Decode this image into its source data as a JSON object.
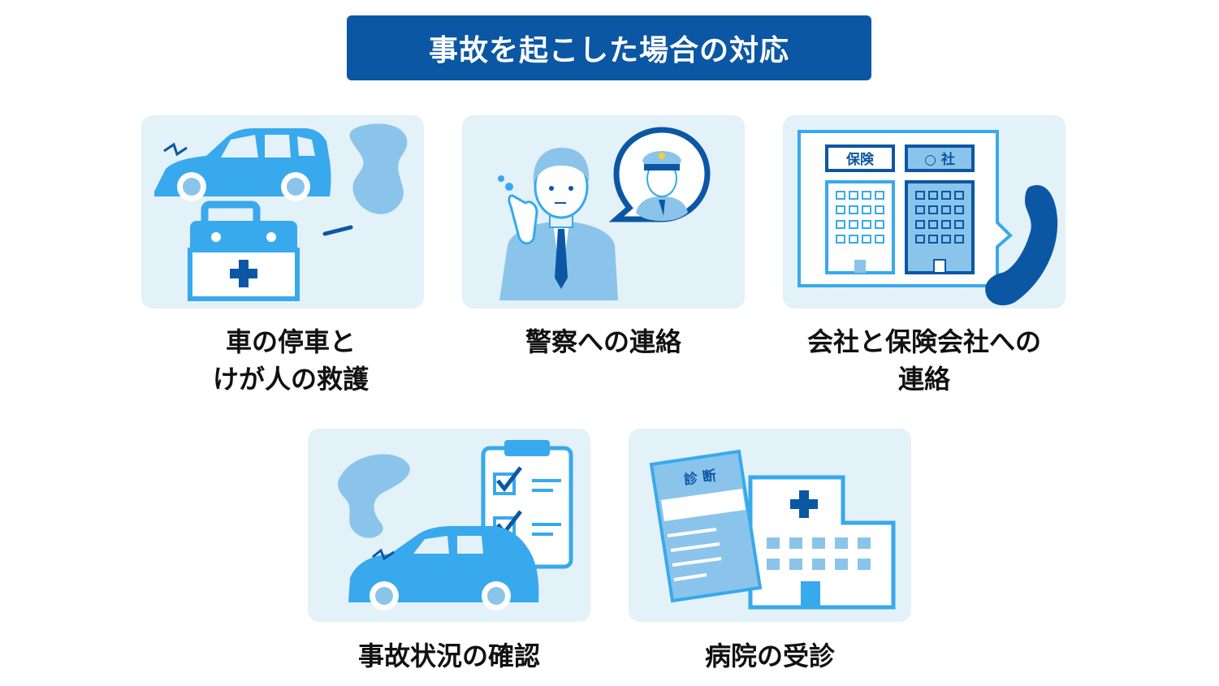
{
  "title": "事故を起こした場合の対応",
  "colors": {
    "header_bg": "#0b57a4",
    "card_bg": "#e3f1f8",
    "accent_blue": "#38a9ec",
    "light_blue": "#8bc4ea",
    "dark_blue": "#0b57a4"
  },
  "steps": [
    {
      "label_lines": [
        "車の停車と",
        "けが人の救護"
      ],
      "icons": [
        "damaged-car-icon",
        "first-aid-kit-icon",
        "smoke-icon"
      ]
    },
    {
      "label_lines": [
        "警察への連絡"
      ],
      "icons": [
        "businessman-phone-icon",
        "police-officer-icon"
      ]
    },
    {
      "label_lines": [
        "会社と保険会社への",
        "連絡"
      ],
      "icons": [
        "building-icon",
        "telephone-icon"
      ],
      "sign_insurance": "保険",
      "sign_company": "○ 社"
    },
    {
      "label_lines": [
        "事故状況の確認"
      ],
      "icons": [
        "smoke-icon",
        "damaged-car-icon",
        "checklist-icon"
      ]
    },
    {
      "label_lines": [
        "病院の受診"
      ],
      "icons": [
        "medical-document-icon",
        "hospital-icon"
      ],
      "doc_title": "診 断"
    }
  ]
}
